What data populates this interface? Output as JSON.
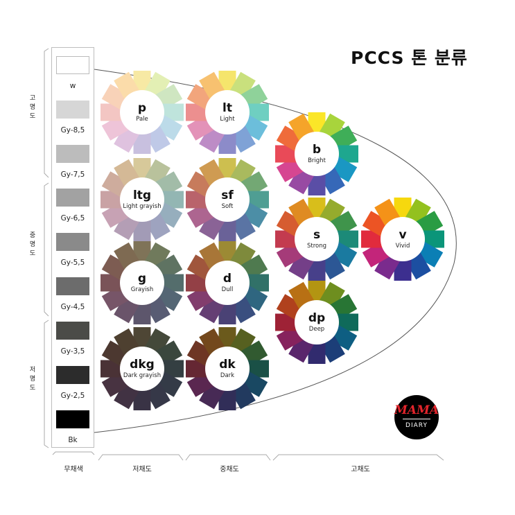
{
  "title": "PCCS 톤 분류",
  "achromatic": [
    {
      "label": "w",
      "color": "#ffffff"
    },
    {
      "label": "Gy-8,5",
      "color": "#d6d6d6"
    },
    {
      "label": "Gy-7,5",
      "color": "#bcbcbc"
    },
    {
      "label": "Gy-6,5",
      "color": "#a2a2a2"
    },
    {
      "label": "Gy-5,5",
      "color": "#8a8a8a"
    },
    {
      "label": "Gy-4,5",
      "color": "#6c6c6c"
    },
    {
      "label": "Gy-3,5",
      "color": "#4b4c48"
    },
    {
      "label": "Gy-2,5",
      "color": "#2c2c2c"
    },
    {
      "label": "Bk",
      "color": "#000000"
    }
  ],
  "lightness_labels": {
    "high": "고명도",
    "mid": "중명도",
    "low": "저명도"
  },
  "chroma_labels": {
    "achromatic": "무채색",
    "low": "저채도",
    "mid": "중채도",
    "high": "고채도"
  },
  "tones": [
    {
      "abbr": "p",
      "name": "Pale",
      "colors": [
        "#f7e9a4",
        "#e3efb4",
        "#cfe6c1",
        "#bfe4dc",
        "#bcdbe9",
        "#bfc9e7",
        "#c8c0df",
        "#dfc2df",
        "#eec4d8",
        "#f3c6c3",
        "#f8d2b8",
        "#fbdcaa"
      ]
    },
    {
      "abbr": "lt",
      "name": "Light",
      "colors": [
        "#f5e56c",
        "#c9e07d",
        "#8fd29a",
        "#6fcfc1",
        "#6cbedb",
        "#7fa2d6",
        "#8c8bc9",
        "#bd8cc6",
        "#e392b8",
        "#ec8f8f",
        "#f2a57c",
        "#f7c170"
      ]
    },
    {
      "abbr": "b",
      "name": "Bright",
      "colors": [
        "#fbe628",
        "#a8d43c",
        "#3fae58",
        "#1ea78f",
        "#1a97c3",
        "#3668b8",
        "#5a4ea6",
        "#984aa3",
        "#d64691",
        "#e94a58",
        "#ef6b3a",
        "#f5a42a"
      ]
    },
    {
      "abbr": "ltg",
      "name": "Light grayish",
      "colors": [
        "#d7c99a",
        "#b9c29c",
        "#a2bca8",
        "#93b6b3",
        "#96aebd",
        "#9ea3bf",
        "#a29bb6",
        "#b49eb5",
        "#c7a2b4",
        "#c9a2a4",
        "#ceac9d",
        "#d4b996"
      ]
    },
    {
      "abbr": "sf",
      "name": "Soft",
      "colors": [
        "#cdbf4f",
        "#a9ba5e",
        "#73a874",
        "#4f9e93",
        "#4c8ea6",
        "#5a74a4",
        "#6a6298",
        "#8a6396",
        "#ad6590",
        "#b9636b",
        "#c77b5c",
        "#cf9b52"
      ]
    },
    {
      "abbr": "s",
      "name": "Strong",
      "colors": [
        "#d8be1b",
        "#95ab2d",
        "#3f944b",
        "#1c8a78",
        "#1a7aa0",
        "#2c5795",
        "#47408a",
        "#743f88",
        "#a53b79",
        "#c33b4f",
        "#d65c30",
        "#df8b22"
      ]
    },
    {
      "abbr": "v",
      "name": "Vivid",
      "colors": [
        "#f6d80e",
        "#93c11f",
        "#2a9c43",
        "#0b9579",
        "#0b7fb5",
        "#1c4fa1",
        "#3c2f8f",
        "#7a2b8d",
        "#c3257a",
        "#e12b3d",
        "#ec5424",
        "#f49218"
      ]
    },
    {
      "abbr": "g",
      "name": "Grayish",
      "colors": [
        "#7f7358",
        "#707a5c",
        "#5f7362",
        "#546d6c",
        "#546674",
        "#585c73",
        "#5d566c",
        "#6a546a",
        "#775568",
        "#7a5358",
        "#7d5c52",
        "#7e6a52"
      ]
    },
    {
      "abbr": "d",
      "name": "Dull",
      "colors": [
        "#9c8a34",
        "#7e8a3c",
        "#4f7a4f",
        "#317168",
        "#2f6680",
        "#3a4f7f",
        "#4a4275",
        "#653f74",
        "#823d6d",
        "#934046",
        "#a0563c",
        "#a87638"
      ]
    },
    {
      "abbr": "dp",
      "name": "Deep",
      "colors": [
        "#b39512",
        "#6e8e1f",
        "#287534",
        "#0f6a5a",
        "#0e5e82",
        "#1c3e78",
        "#312b6e",
        "#5a266c",
        "#86225d",
        "#9e2236",
        "#b0411d",
        "#b87014"
      ]
    },
    {
      "abbr": "dkg",
      "name": "Dark grayish",
      "colors": [
        "#4e4635",
        "#44493a",
        "#3a473d",
        "#343f42",
        "#343b47",
        "#363848",
        "#393345",
        "#413243",
        "#483341",
        "#4a3236",
        "#4c3830",
        "#4e4030"
      ]
    },
    {
      "abbr": "dk",
      "name": "Dark",
      "colors": [
        "#6b5a1c",
        "#566020",
        "#315a30",
        "#1a5046",
        "#194862",
        "#223a5f",
        "#312e58",
        "#472a55",
        "#5a2750",
        "#652733",
        "#6e3624",
        "#73481c"
      ]
    }
  ],
  "logo": {
    "mark": "MAMA",
    "sub": "DIARY",
    "bg": "#000000",
    "accent": "#e3242b"
  }
}
